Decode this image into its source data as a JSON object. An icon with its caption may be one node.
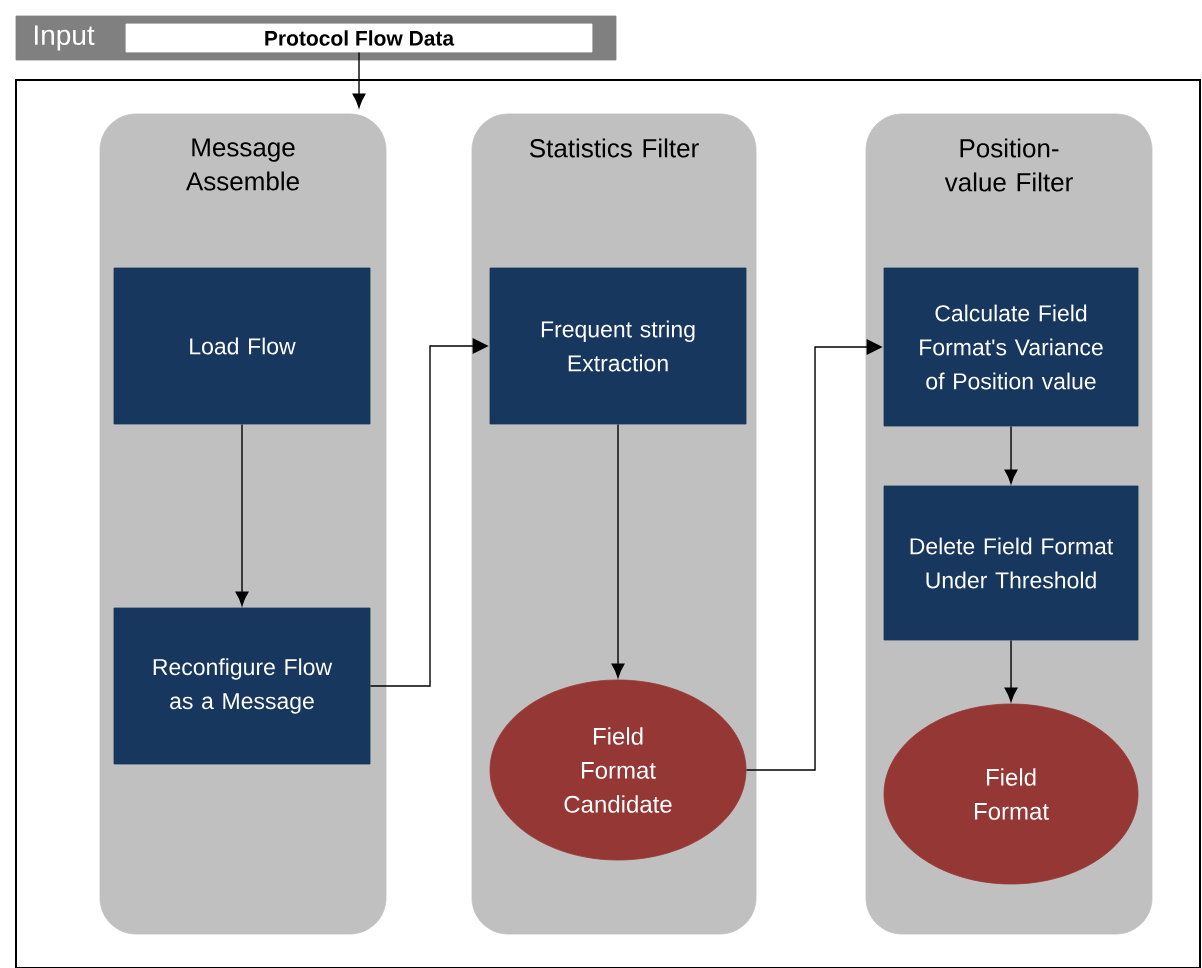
{
  "diagram": {
    "nodes": [
      {
        "text": [
          "Input"
        ]
      },
      {
        "text": [
          "Protocol Flow Data"
        ],
        "in": 0
      },
      {
        "text": [],
        "shape": "box"
      },
      {
        "text": [
          "Message Assemble"
        ],
        "in": 2
      },
      {
        "text": [
          "Load Flow"
        ],
        "in": 3
      },
      {
        "text": [
          "Reconfigure Flow as a Message"
        ],
        "in": 3
      },
      {
        "text": [
          "Statistics Filter"
        ],
        "in": 2
      },
      {
        "text": [
          "Frequent string Extraction"
        ],
        "in": 6
      },
      {
        "text": [
          "Field Format Candidate"
        ],
        "in": 6
      },
      {
        "text": [
          "Position-value Filter"
        ],
        "in": 2
      },
      {
        "text": [
          "Calculate Field Format's Variance of Position value"
        ],
        "in": 9
      },
      {
        "text": [
          "Delete Field Format Under Threshold"
        ],
        "in": 9
      },
      {
        "text": [
          "Field Format"
        ],
        "in": 9
      }
    ],
    "edges": [
      {
        "from": 1,
        "to": 3,
        "arrow": "to"
      },
      {
        "from": 4,
        "to": 5,
        "arrow": "to"
      },
      {
        "from": 5,
        "to": 7,
        "arrow": "to"
      },
      {
        "from": 7,
        "to": 8,
        "arrow": "to"
      },
      {
        "from": 8,
        "to": 10,
        "arrow": "to"
      },
      {
        "from": 10,
        "to": 11,
        "arrow": "to"
      },
      {
        "from": 11,
        "to": 12,
        "arrow": "to"
      }
    ]
  }
}
